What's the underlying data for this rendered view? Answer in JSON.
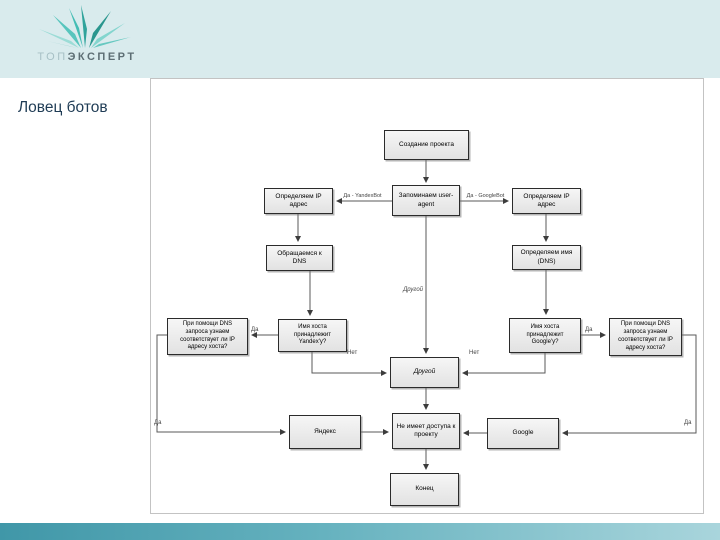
{
  "header": {
    "logo": {
      "part1": "ТОП",
      "part2": "ЭКСПЕРТ"
    }
  },
  "title": "Ловец ботов",
  "colors": {
    "header_band": "#d9ebed",
    "brand_teal": "#4097a8",
    "node_fill": "#ececec"
  },
  "flowchart": {
    "nodes": {
      "create": "Создание проекта",
      "remember_ua": "Запоминаем user-agent",
      "ip_left": "Определяем IP адрес",
      "ip_right": "Определяем IP адрес",
      "host_left": "Обращаемся к DNS",
      "host_right": "Определяем имя (DNS)",
      "check_left": "При помощи DNS запроса узнаем соответствует ли IP адресу хоста?",
      "yandex_host": "Имя хоста принадлежит Yandex'у?",
      "google_host": "Имя хоста принадлежит Google'у?",
      "check_right": "При помощи DNS запроса узнаем соответствует ли IP адресу хоста?",
      "other": "Другой",
      "yandex": "Яндекс",
      "no_access": "Не имеет доступа к проекту",
      "google": "Google",
      "end": "Конец"
    },
    "edge_labels": {
      "yandexbot": "Да - YandexBot",
      "googlebot": "Да - GoogleBot",
      "other": "Другой",
      "yes_left": "Да",
      "yes_right": "Да",
      "no_left": "Нет",
      "no_right": "Нет",
      "yes_bottom_left": "Да",
      "yes_bottom_right": "Да"
    }
  }
}
